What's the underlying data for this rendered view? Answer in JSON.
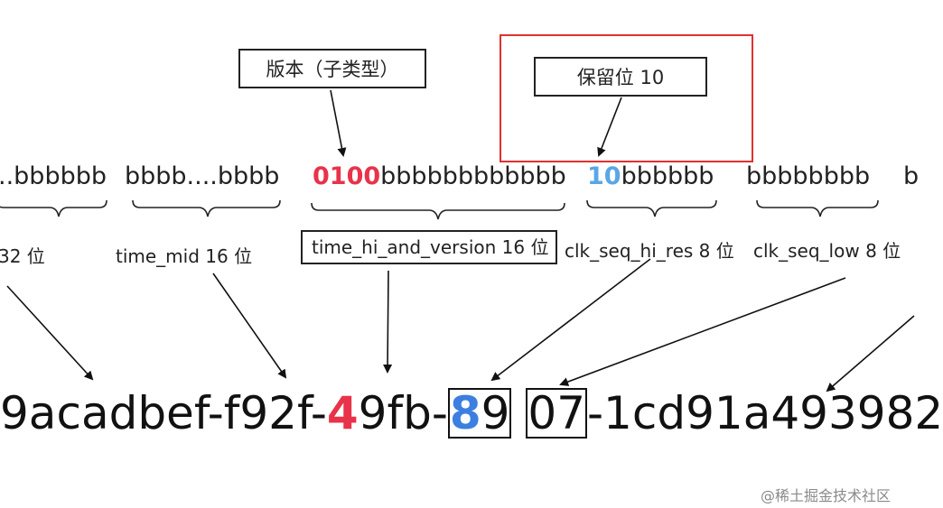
{
  "labels": {
    "version": "版本（子类型）",
    "reserved": "保留位 10"
  },
  "bits": {
    "group1": "..bbbbbb",
    "group2": "bbbb....bbbb",
    "group3_prefix": "0100",
    "group3_rest": "bbbbbbbbbbbb",
    "group4_prefix": "10",
    "group4_rest": "bbbbbb",
    "group5": "bbbbbbbb",
    "group6": "b"
  },
  "fields": {
    "time_low": "32 位",
    "time_mid": "time_mid 16 位",
    "time_hi_and_version": "time_hi_and_version 16 位",
    "clk_seq_hi_res": "clk_seq_hi_res 8 位",
    "clk_seq_low": "clk_seq_low  8 位"
  },
  "uuid": {
    "p1": "9acadbef-f92f-",
    "version_digit": "4",
    "p2": "9fb-",
    "variant_digit": "8",
    "p3": "9",
    "p4": "07",
    "p5": "-1cd91a493982"
  },
  "watermark": "@稀土掘金技术社区",
  "colors": {
    "version_red": "#e8334a",
    "variant_blue": "#5aa6e6",
    "frame_red": "#e0312f"
  }
}
